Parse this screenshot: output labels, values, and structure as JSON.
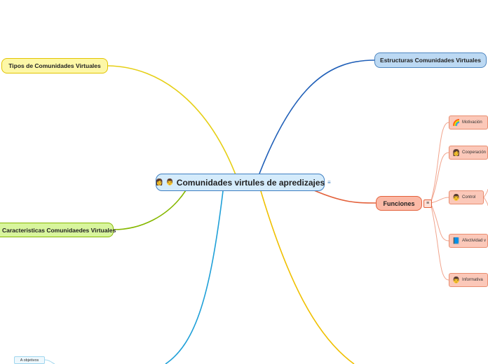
{
  "central": {
    "label": "Comunidades virtules de apredizajes",
    "icons": [
      "people-icon",
      "person-icon"
    ]
  },
  "branches": {
    "tipos": "Tipos de Comunidades  Virtuales",
    "caracteristicas": "Caracteristicas Comunidaedes Virtuales",
    "estructuras": "Estructuras Comunidades Virtuales",
    "funciones": "Funciones"
  },
  "funciones_items": [
    {
      "label": "Motivación",
      "icon": "rainbow-icon"
    },
    {
      "label": "Cooperación",
      "icon": "woman-icon"
    },
    {
      "label": "Control",
      "icon": "person-icon"
    },
    {
      "label": "Afectividad v",
      "icon": "book-icon"
    },
    {
      "label": "Informativa",
      "icon": "person-icon"
    }
  ],
  "objetivos": "A  objetivos",
  "colors": {
    "yellow": "#e6cf15",
    "green": "#86b800",
    "blue": "#1f5fb8",
    "orange": "#e3603a",
    "lightblue": "#1fa0d8",
    "gold": "#f0c000"
  }
}
